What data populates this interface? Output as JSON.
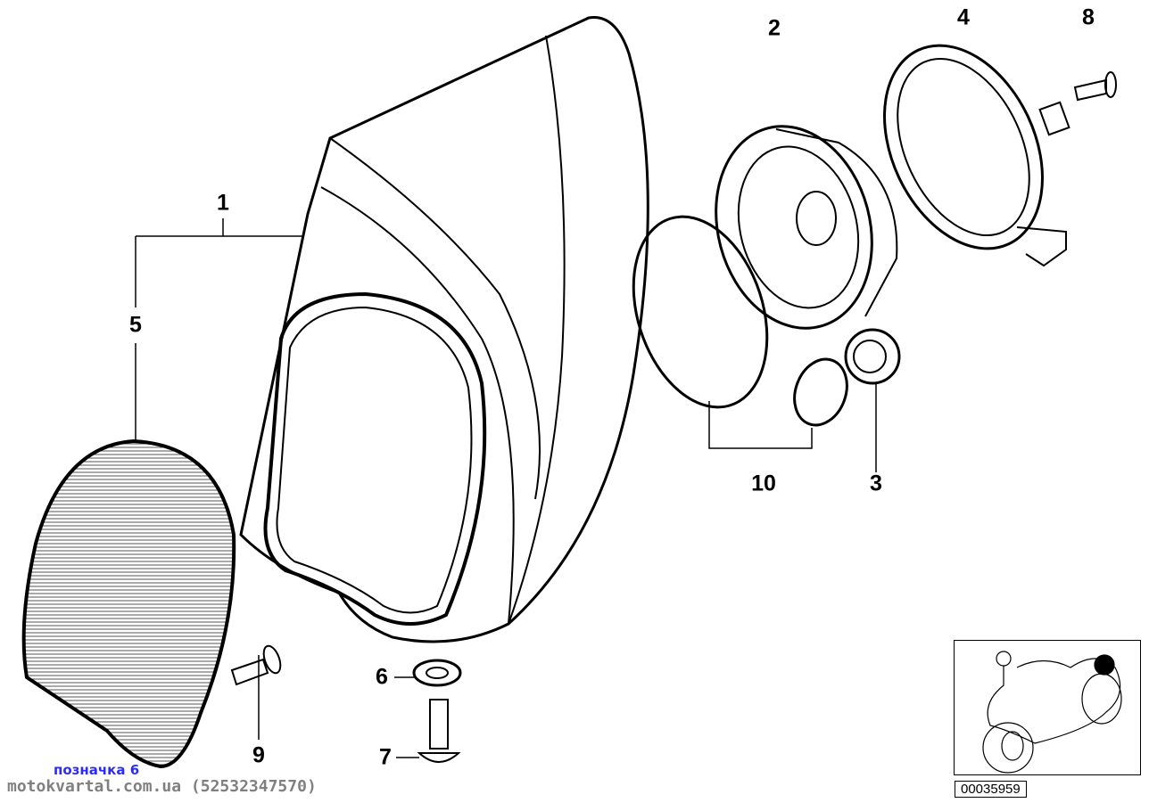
{
  "callouts": {
    "c1": "1",
    "c2": "2",
    "c3": "3",
    "c4": "4",
    "c5": "5",
    "c6": "6",
    "c7": "7",
    "c8": "8",
    "c9": "9",
    "c10": "10"
  },
  "footer": {
    "tag": "позначка 6",
    "site": "motokvartal.com.ua (52532347570)"
  },
  "diagram_number": "00035959"
}
